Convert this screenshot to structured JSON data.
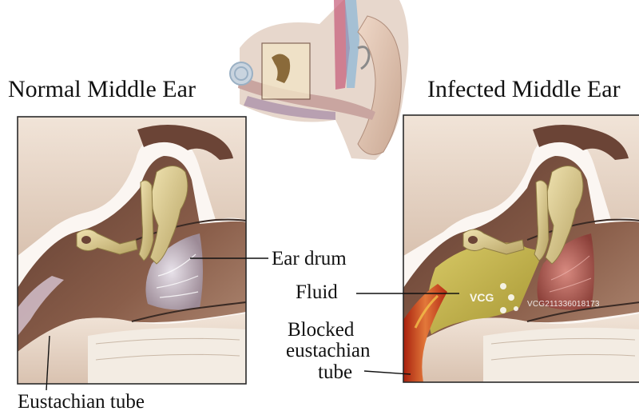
{
  "titles": {
    "normal": "Normal Middle Ear",
    "infected": "Infected Middle Ear"
  },
  "labels": {
    "ear_drum": "Ear drum",
    "fluid": "Fluid",
    "blocked_line1": "Blocked",
    "blocked_line2": "eustachian",
    "blocked_line3": "tube",
    "eustachian_tube": "Eustachian tube"
  },
  "watermark": {
    "logo": "VCG",
    "text": "VCG211336018173"
  },
  "colors": {
    "bone": "#d9c98f",
    "cavity": "#7a5140",
    "tissue": "#e9d5c6",
    "fluid": "#c9b84a",
    "inflamed": "#c8321e",
    "frame": "#2a2a2a"
  }
}
